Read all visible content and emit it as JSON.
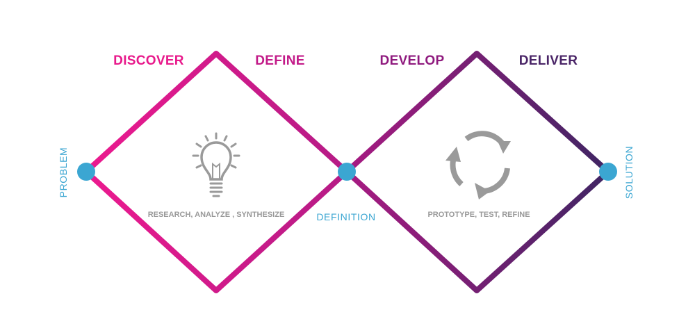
{
  "phases": [
    {
      "label": "DISCOVER",
      "color": "#e8198b"
    },
    {
      "label": "DEFINE",
      "color": "#c21a88"
    },
    {
      "label": "DEVELOP",
      "color": "#8f1a7e"
    },
    {
      "label": "DELIVER",
      "color": "#4a2567"
    }
  ],
  "milestones": {
    "problem": "PROBLEM",
    "definition": "DEFINITION",
    "solution": "SOLUTION"
  },
  "activities": {
    "left": "RESEARCH, ANALYZE , SYNTHESIZE",
    "right": "PROTOTYPE, TEST, REFINE"
  },
  "icons": {
    "left": "lightbulb-icon",
    "right": "cycle-arrows-icon"
  },
  "colors": {
    "node": "#3ba6d2",
    "milestone_text": "#3ba6d2",
    "icon_gray": "#9a9a9a"
  }
}
